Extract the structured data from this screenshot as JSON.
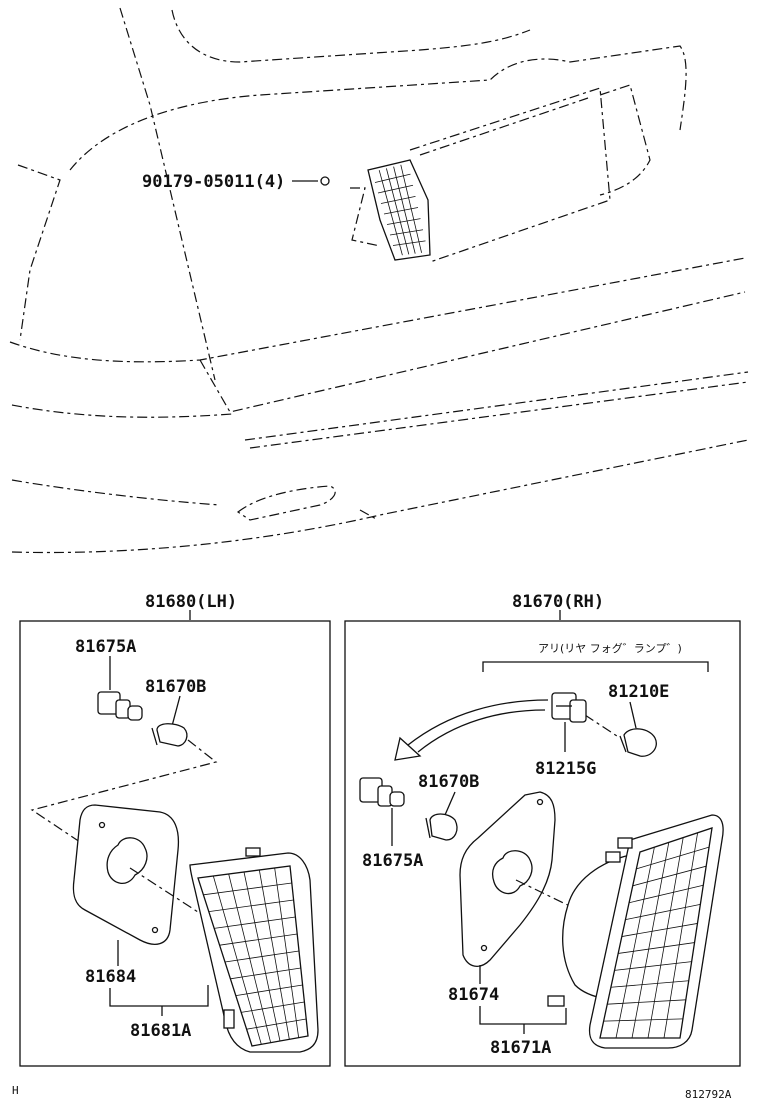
{
  "labels": {
    "bolt": "90179-05011(4)",
    "lh_assembly": "81680(LH)",
    "rh_assembly": "81670(RH)",
    "lh_socket": "81675A",
    "lh_bulb": "81670B",
    "lh_gasket": "81684",
    "lh_lens": "81681A",
    "rh_note": "アリ(リヤ フォグ゛ランプ゛)",
    "rh_fog_bulb": "81210E",
    "rh_fog_socket": "81215G",
    "rh_bulb": "81670B",
    "rh_socket": "81675A",
    "rh_gasket": "81674",
    "rh_lens": "81671A",
    "corner_left": "H",
    "diagram_id": "812792A"
  }
}
